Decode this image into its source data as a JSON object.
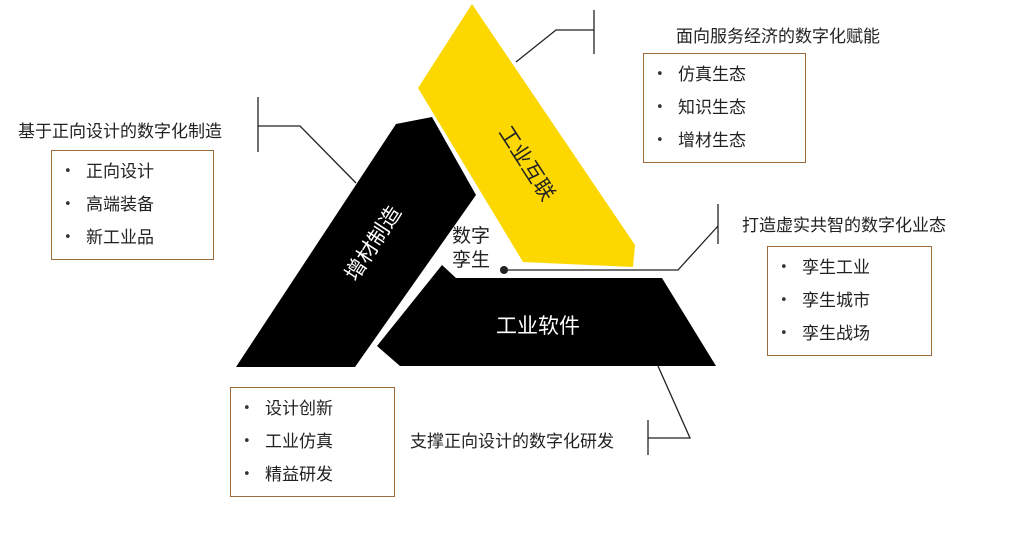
{
  "segments": {
    "top": {
      "label": "工业互联",
      "color": "#fcd700"
    },
    "left": {
      "label": "增材制造",
      "color": "#000000"
    },
    "bottom": {
      "label": "工业软件",
      "color": "#000000"
    }
  },
  "center": {
    "line1": "数字",
    "line2": "孪生"
  },
  "callouts": {
    "top": {
      "title": "面向服务经济的数字化赋能",
      "items": [
        "仿真生态",
        "知识生态",
        "增材生态"
      ]
    },
    "left": {
      "title": "基于正向设计的数字化制造",
      "items": [
        "正向设计",
        "高端装备",
        "新工业品"
      ]
    },
    "right": {
      "title": "打造虚实共智的数字化业态",
      "items": [
        "孪生工业",
        "孪生城市",
        "孪生战场"
      ]
    },
    "bottom": {
      "title": "支撑正向设计的数字化研发",
      "items": [
        "设计创新",
        "工业仿真",
        "精益研发"
      ]
    }
  },
  "colors": {
    "box_border": "#9b6b3e",
    "accent_yellow": "#fcd700",
    "dark": "#000000"
  }
}
